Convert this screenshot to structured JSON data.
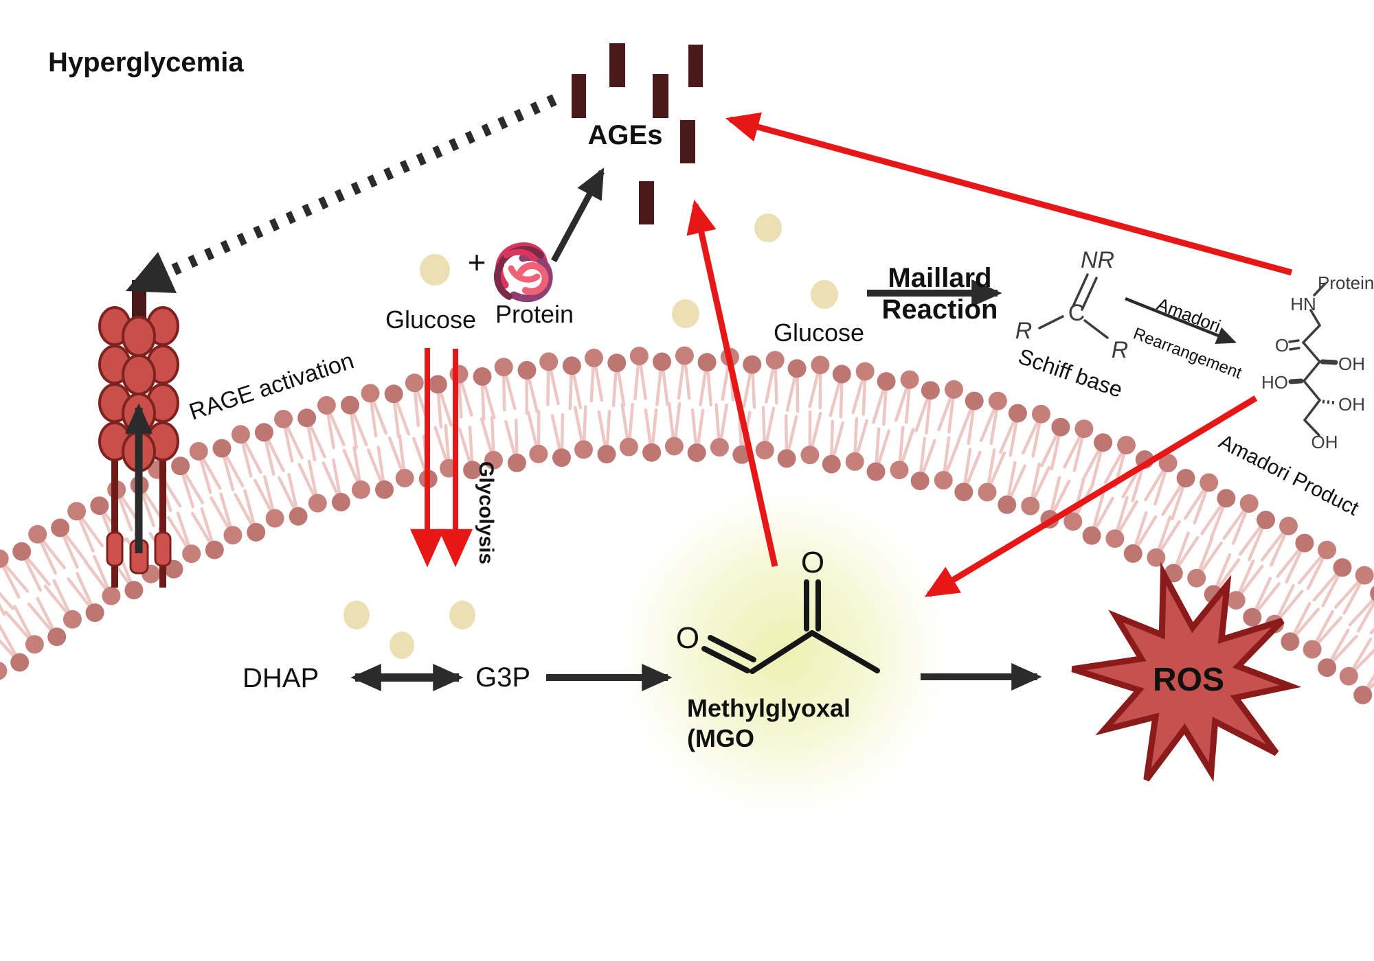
{
  "title": "Hyperglycemia",
  "ages": {
    "label": "AGEs"
  },
  "rage": {
    "label": "RAGE activation"
  },
  "reaction_inputs": {
    "glucose": "Glucose",
    "plus": "+",
    "protein": "Protein"
  },
  "glycolysis": {
    "label": "Glycolysis",
    "dhap": "DHAP",
    "g3p": "G3P"
  },
  "maillard": {
    "line1": "Maillard",
    "line2": "Reaction"
  },
  "glucose_right": "Glucose",
  "schiff": {
    "name": "Schiff base",
    "nr": "NR",
    "c": "C",
    "r_left": "R",
    "r_right": "R"
  },
  "amadori_arrow": {
    "line1": "Amadori",
    "line2": "Rearrangement"
  },
  "amadori_product": {
    "name": "Amadori Product",
    "protein": "Protein",
    "hn": "HN",
    "o": "O",
    "oh1": "OH",
    "ho": "HO",
    "oh2": "OH",
    "oh3": "OH"
  },
  "mgo": {
    "o_top": "O",
    "o_left": "O",
    "name_line1": "Methylglyoxal",
    "name_line2": "(MGO"
  },
  "ros": {
    "label": "ROS"
  },
  "colors": {
    "age_bar": "#4a1818",
    "membrane_head": "#c5807c",
    "membrane_head_alt": "#bd7672",
    "membrane_tail": "#ecc7c4",
    "rage_fill": "#c94f4b",
    "rage_stroke": "#7e2220",
    "rage_stalk": "#6e1a18",
    "rage_tm": "#cf514d",
    "red_arrow": "#e81717",
    "black": "#2b2b2b",
    "glucose_dot": "#eddfb4",
    "glow": "#eef0b0",
    "ros_fill": "#c65250",
    "ros_stroke": "#8b1a1a",
    "protein_pink": "#ee6176",
    "protein_crimson": "#d9365e",
    "protein_purple": "#8f3f72",
    "protein_maroon": "#7c2a48"
  }
}
